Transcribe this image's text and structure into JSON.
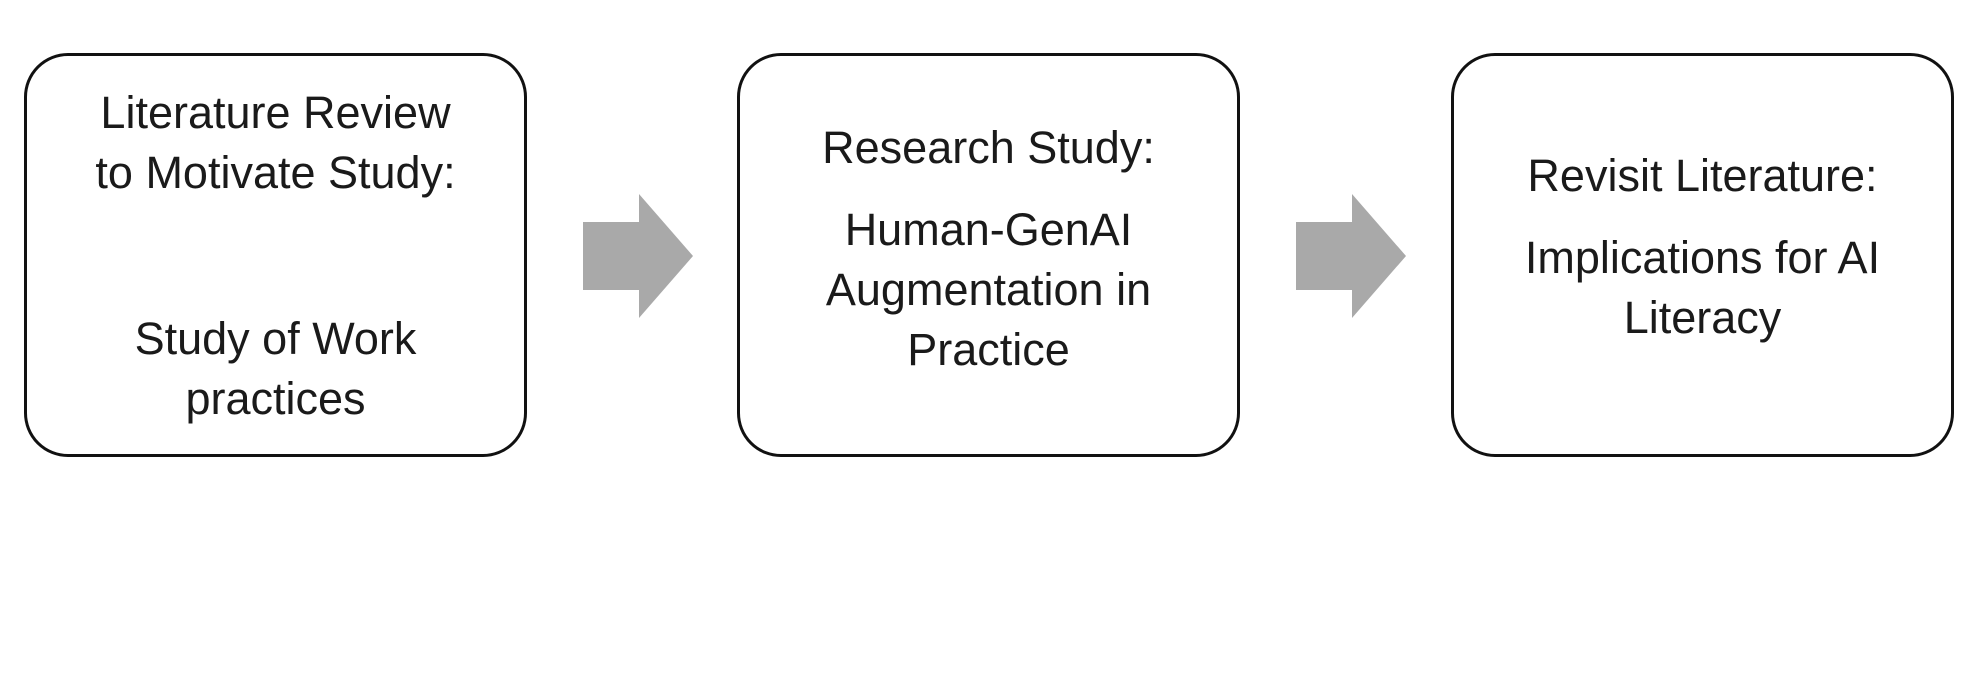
{
  "steps": [
    {
      "heading": [
        "Literature Review",
        "to Motivate Study:"
      ],
      "detail": [
        "Study of Work",
        "practices"
      ]
    },
    {
      "heading": [
        "Research Study:"
      ],
      "detail": [
        "Human-GenAI",
        "Augmentation in",
        "Practice"
      ]
    },
    {
      "heading": [
        "Revisit Literature:"
      ],
      "detail": [
        "Implications for AI",
        "Literacy"
      ]
    }
  ],
  "colors": {
    "box_border": "#111111",
    "arrow_fill": "#a9a9a9",
    "text": "#1a1a1a",
    "background": "#ffffff"
  },
  "icons": [
    "right-arrow-icon",
    "right-arrow-icon"
  ]
}
